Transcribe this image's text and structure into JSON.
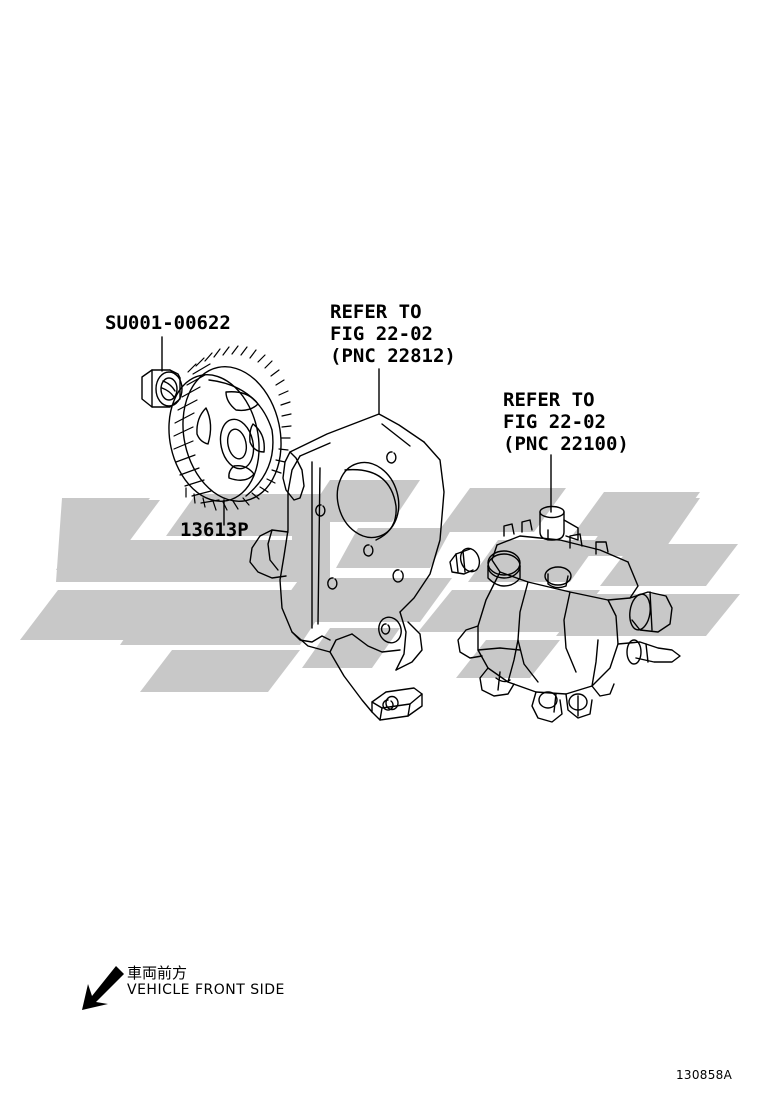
{
  "page": {
    "background_color": "#ffffff",
    "line_color": "#000000",
    "watermark_color": "#c8c8c8",
    "corner_code": "130858A"
  },
  "labels": {
    "nut_part_number": "SU001-00622",
    "gear_part_number": "13613P",
    "bracket_refer": {
      "line1": "REFER TO",
      "line2": "FIG 22-02",
      "line3": "(PNC 22812)"
    },
    "pump_refer": {
      "line1": "REFER TO",
      "line2": "FIG 22-02",
      "line3": "(PNC 22100)"
    }
  },
  "legend": {
    "japanese": "車両前方",
    "english": "VEHICLE FRONT SIDE",
    "arrow_direction": "down-left"
  },
  "parts": [
    {
      "id": "nut",
      "name": "hex-nut",
      "label": "SU001-00622"
    },
    {
      "id": "gear",
      "name": "timing-gear-sprocket",
      "label": "13613P"
    },
    {
      "id": "bracket",
      "name": "injection-pump-bracket",
      "label": "REFER TO FIG 22-02 (PNC 22812)"
    },
    {
      "id": "pump",
      "name": "fuel-injection-pump",
      "label": "REFER TO FIG 22-02 (PNC 22100)"
    }
  ]
}
